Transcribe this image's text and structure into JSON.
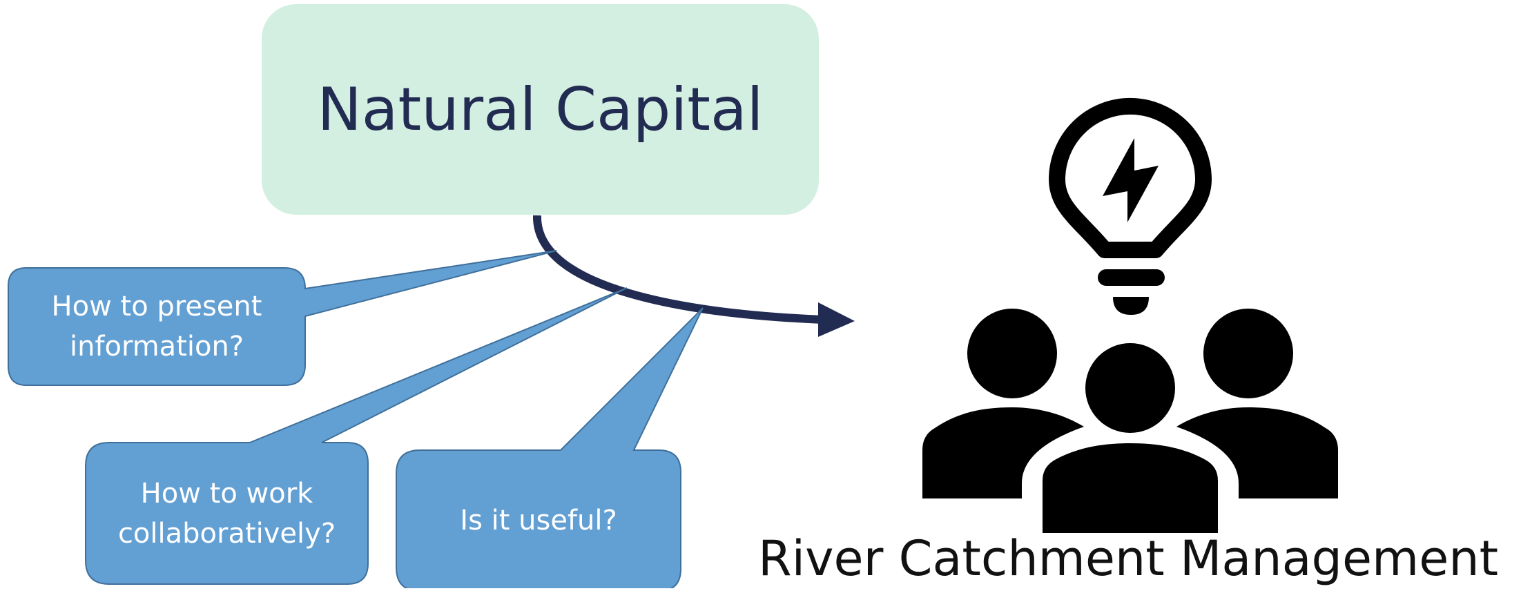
{
  "diagram": {
    "title": "Natural Capital",
    "callouts": [
      {
        "line1": "How to present",
        "line2": "information?"
      },
      {
        "line1": "How to work",
        "line2": "collaboratively?"
      },
      {
        "line1": "Is it useful?",
        "line2": ""
      }
    ],
    "caption": "River Catchment Management",
    "icon": "team-idea-icon",
    "colors": {
      "title_box": "#d3efe1",
      "title_text": "#222b52",
      "callout_fill": "#629fd3",
      "callout_border": "#3f6f9a",
      "arrow": "#222b52",
      "icon": "#000000"
    }
  }
}
